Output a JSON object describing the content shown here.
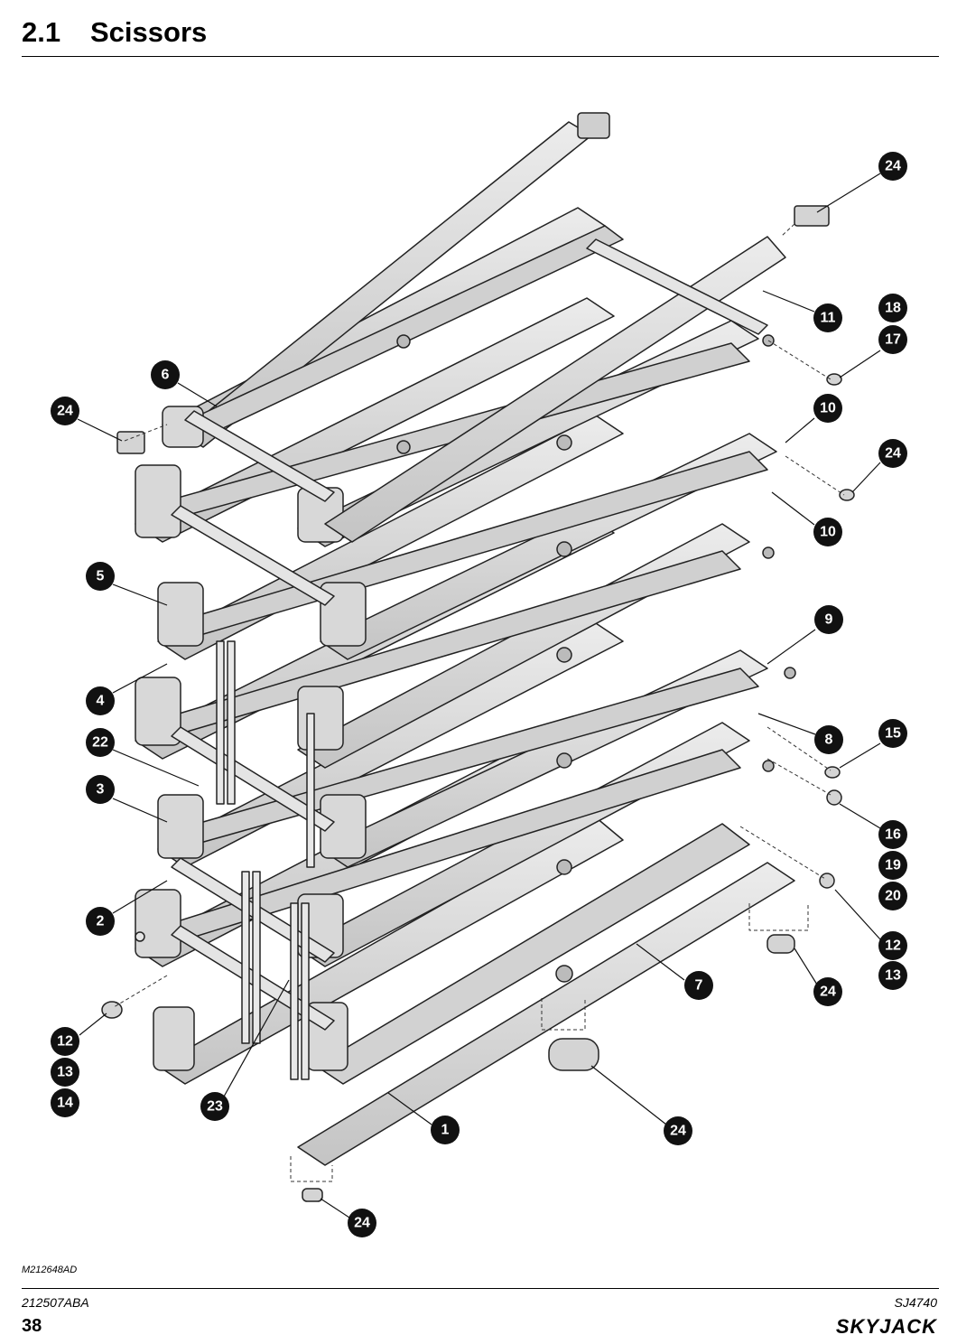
{
  "header": {
    "section_number": "2.1",
    "section_title": "Scissors"
  },
  "figure": {
    "id": "M212648AD",
    "callouts": [
      "24",
      "11",
      "18",
      "17",
      "6",
      "24",
      "10",
      "24",
      "10",
      "5",
      "9",
      "4",
      "22",
      "8",
      "15",
      "3",
      "16",
      "19",
      "20",
      "2",
      "12",
      "13",
      "7",
      "24",
      "12",
      "13",
      "14",
      "23",
      "1",
      "24",
      "24"
    ]
  },
  "footer": {
    "doc_number": "212507ABA",
    "model": "SJ4740",
    "page": "38",
    "brand": "SKYJACK"
  },
  "colors": {
    "arm_fill": "#dcdcdc",
    "arm_shade": "#bdbdbd",
    "line": "#222222",
    "callout": "#111111"
  }
}
